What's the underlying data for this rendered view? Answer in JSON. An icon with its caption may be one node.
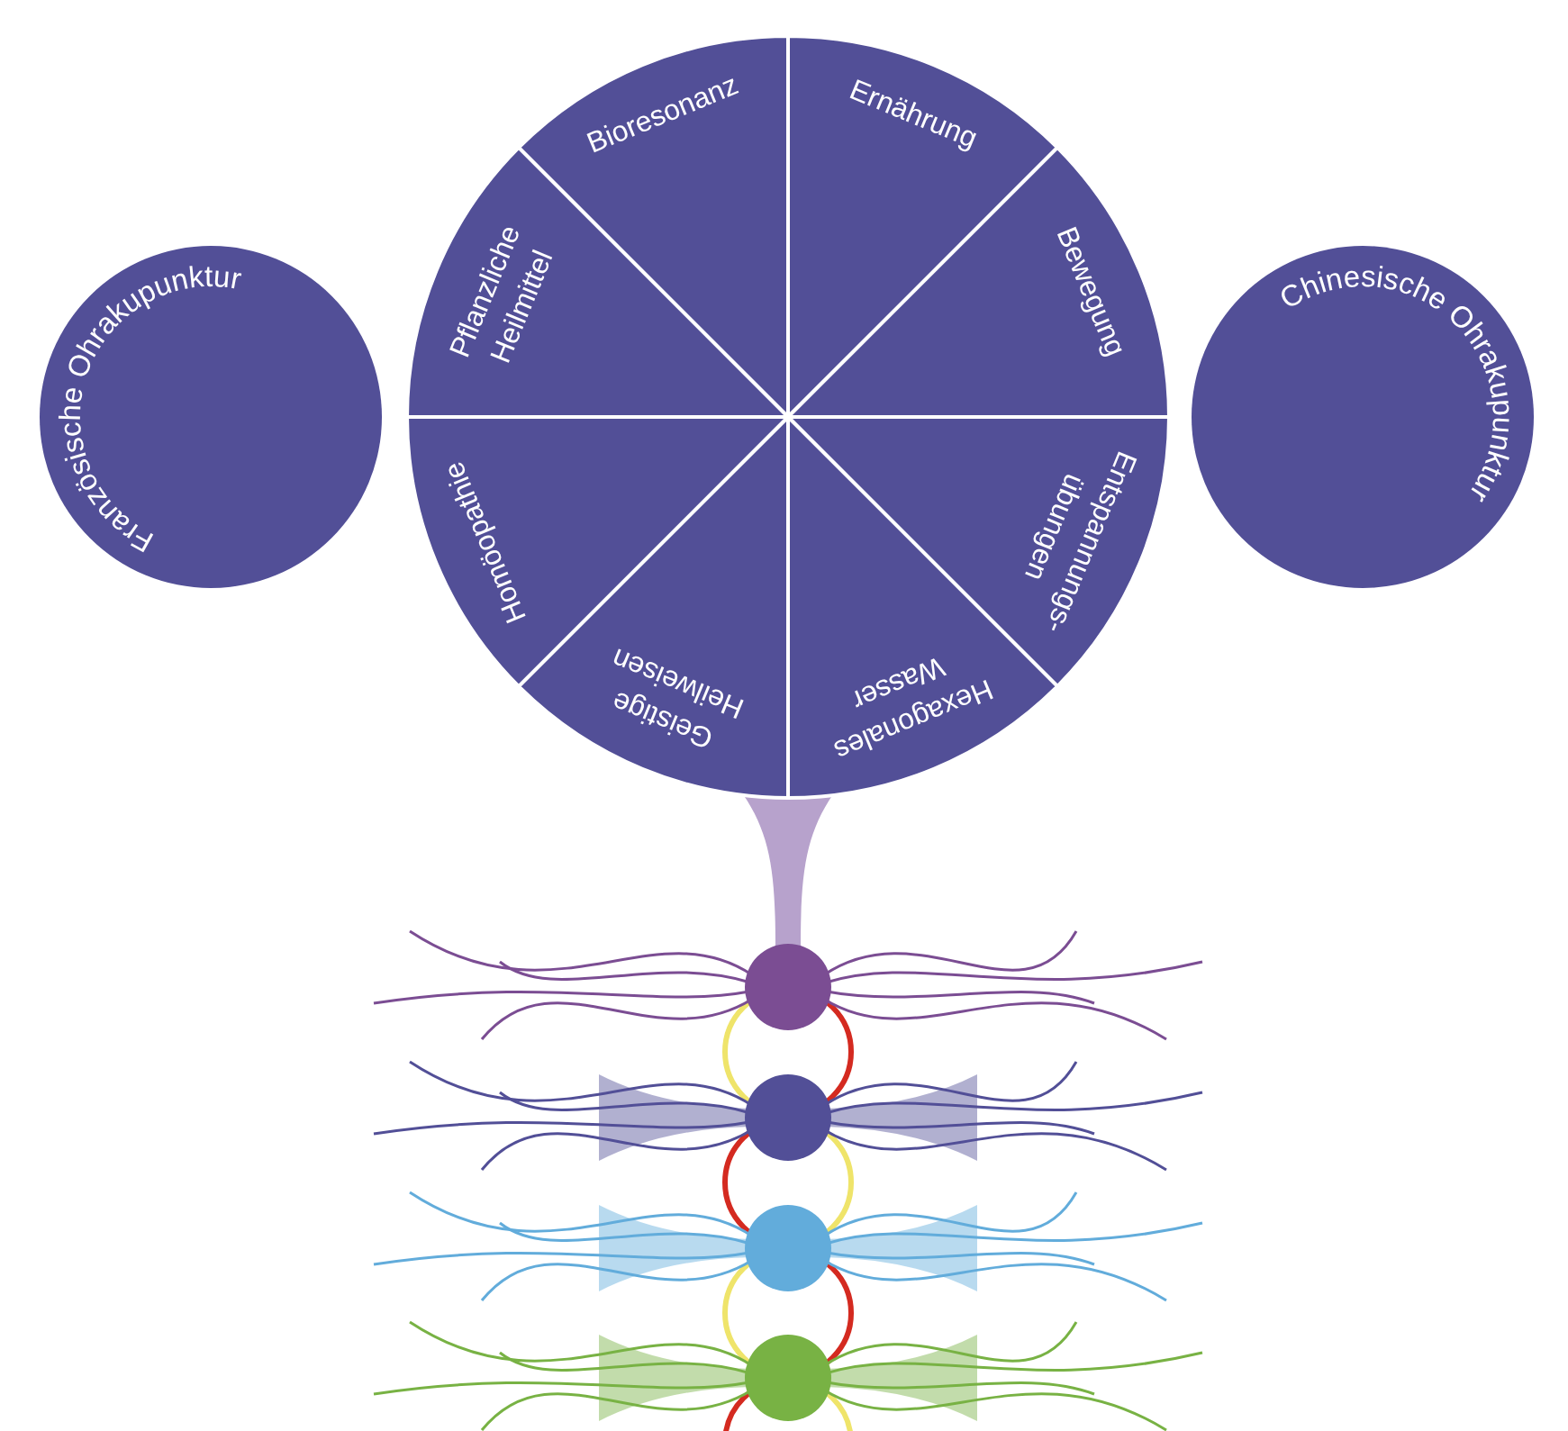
{
  "diagram": {
    "nodes": [
      {
        "text": [
          "Französische Ohrakupunktur"
        ]
      },
      {
        "text": [],
        "shape": "circle"
      },
      {
        "text": [
          "Bioresonanz"
        ],
        "in": 1
      },
      {
        "text": [
          "Ernährung"
        ],
        "in": 1
      },
      {
        "text": [
          "Bewegung"
        ],
        "in": 1
      },
      {
        "text": [
          "Entspannungs- übungen"
        ],
        "in": 1
      },
      {
        "text": [
          "Hexagonales Wasser"
        ],
        "in": 1
      },
      {
        "text": [
          "Geistige Heilweisen"
        ],
        "in": 1
      },
      {
        "text": [
          "Homöopathie"
        ],
        "in": 1
      },
      {
        "text": [
          "Pflanzliche Heilmittel"
        ],
        "in": 1
      },
      {
        "text": [
          "Chinesische Ohrakupunktur"
        ]
      },
      {
        "text": [],
        "shape": "circle"
      },
      {
        "text": [],
        "shape": "circle"
      },
      {
        "text": [],
        "shape": "circle"
      },
      {
        "text": [],
        "shape": "circle"
      }
    ],
    "edges": [
      {
        "from": 1,
        "to": 11,
        "arrow": "none",
        "style": "thick",
        "color": "#b7a2cc"
      }
    ]
  }
}
